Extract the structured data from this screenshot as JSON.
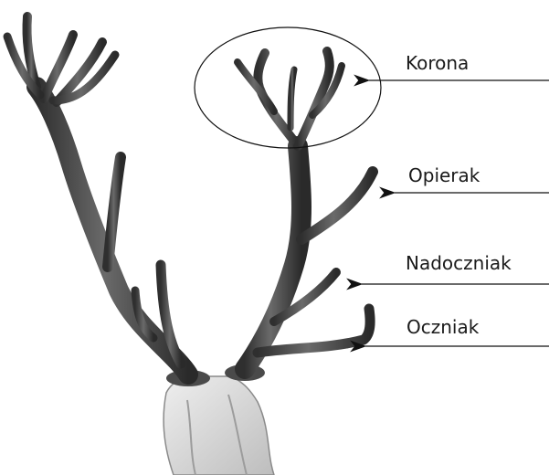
{
  "labels": {
    "korona": "Korona",
    "opierak": "Opierak",
    "nadoczniak": "Nadoczniak",
    "oczniak": "Oczniak"
  },
  "colors": {
    "antler_dark": "#3a3a3a",
    "antler_mid": "#6b6b6b",
    "antler_light": "#cfcfcf",
    "skull": "#dcdcdc",
    "line": "#111111"
  },
  "icons": {
    "arrow": "arrow-left-icon",
    "highlight": "crown-ellipse"
  }
}
